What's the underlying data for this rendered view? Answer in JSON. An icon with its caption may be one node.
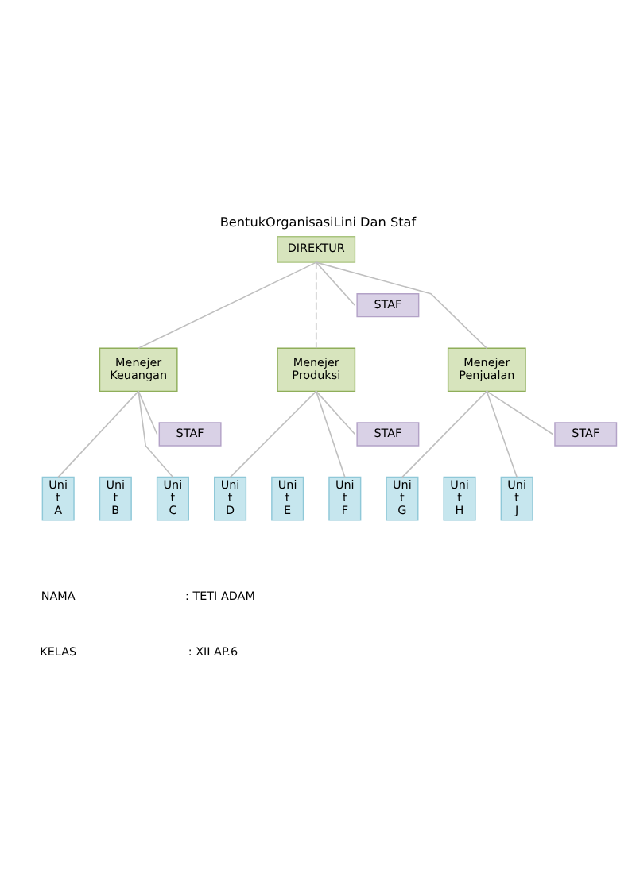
{
  "diagram": {
    "title": "BentukOrganisasiLini Dan Staf",
    "nodes": [
      {
        "text": [
          "DIREKTUR"
        ]
      },
      {
        "text": [
          "STAF"
        ]
      },
      {
        "text": [
          "Menejer Keuangan"
        ]
      },
      {
        "text": [
          "Menejer Produksi"
        ]
      },
      {
        "text": [
          "Menejer Penjualan"
        ]
      },
      {
        "text": [
          "STAF"
        ]
      },
      {
        "text": [
          "STAF"
        ]
      },
      {
        "text": [
          "STAF"
        ]
      },
      {
        "text": [
          "Uni t A"
        ]
      },
      {
        "text": [
          "Uni t B"
        ]
      },
      {
        "text": [
          "Uni t C"
        ]
      },
      {
        "text": [
          "Uni t D"
        ]
      },
      {
        "text": [
          "Uni t E"
        ]
      },
      {
        "text": [
          "Uni t F"
        ]
      },
      {
        "text": [
          "Uni t G"
        ]
      },
      {
        "text": [
          "Uni t H"
        ]
      },
      {
        "text": [
          "Uni t J"
        ]
      }
    ],
    "edges": [
      {
        "from": 0,
        "to": 2,
        "arrow": "none"
      },
      {
        "from": 0,
        "to": 3,
        "arrow": "none",
        "style": "dashed"
      },
      {
        "from": 0,
        "to": 1,
        "arrow": "none"
      },
      {
        "from": 0,
        "to": 4,
        "arrow": "none"
      },
      {
        "from": 2,
        "to": 8,
        "arrow": "none"
      },
      {
        "from": 2,
        "to": 10,
        "arrow": "none"
      },
      {
        "from": 2,
        "to": 5,
        "arrow": "none"
      },
      {
        "from": 3,
        "to": 11,
        "arrow": "none"
      },
      {
        "from": 3,
        "to": 13,
        "arrow": "none"
      },
      {
        "from": 3,
        "to": 6,
        "arrow": "none"
      },
      {
        "from": 4,
        "to": 14,
        "arrow": "none"
      },
      {
        "from": 4,
        "to": 16,
        "arrow": "none"
      },
      {
        "from": 4,
        "to": 7,
        "arrow": "none"
      }
    ],
    "labels": [
      "NAMA",
      ": TETI ADAM",
      "KELAS",
      ": XII AP.6"
    ]
  }
}
